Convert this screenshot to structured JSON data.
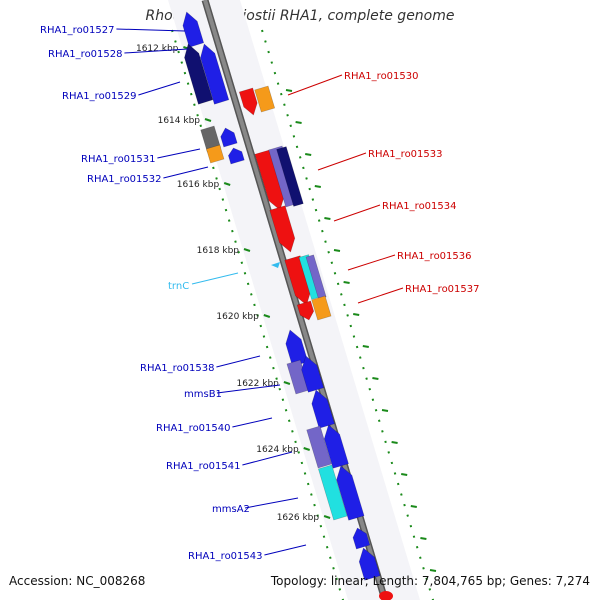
{
  "title": "Rhodococcus jostii RHA1, complete genome",
  "accession_text": "Accession: NC_008268",
  "summary_text": "Topology: linear; Length: 7,804,765 bp; Genes: 7,274",
  "colors": {
    "reverse_label": "#0000bb",
    "forward_label": "#cc0000",
    "rna_label": "#33bbee",
    "backbone": "#888888",
    "tick": "#1a8a1a",
    "blue": "#1f1fe6",
    "navy": "#101070",
    "red": "#ee1111",
    "orange": "#f59a1a",
    "gray": "#666666",
    "slate": "#7366c8",
    "cyan": "#21e0e0"
  },
  "scale_ticks": [
    "1612 kbp",
    "1614 kbp",
    "1616 kbp",
    "1618 kbp",
    "1620 kbp",
    "1622 kbp",
    "1624 kbp",
    "1626 kbp"
  ],
  "reverse_labels": [
    "RHA1_ro01527",
    "RHA1_ro01528",
    "RHA1_ro01529",
    "RHA1_ro01531",
    "RHA1_ro01532",
    "RHA1_ro01538",
    "mmsB1",
    "RHA1_ro01540",
    "RHA1_ro01541",
    "mmsA2",
    "RHA1_ro01543"
  ],
  "forward_labels": [
    "RHA1_ro01530",
    "RHA1_ro01533",
    "RHA1_ro01534",
    "RHA1_ro01536",
    "RHA1_ro01537"
  ],
  "rna_labels": [
    "trnC"
  ]
}
